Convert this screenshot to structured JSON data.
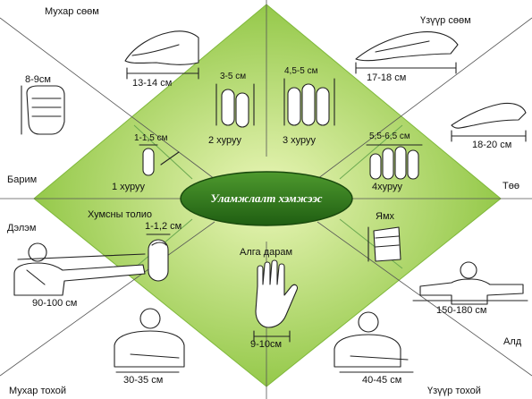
{
  "center": {
    "title": "Уламжлалт хэмжээс"
  },
  "outer": {
    "mukhar_soom": {
      "name": "Мухар сөөм",
      "size": "13-14 см"
    },
    "uzuur_soom": {
      "name": "Үзүүр сөөм",
      "size": "17-18 см"
    },
    "barim": {
      "name": "Барим",
      "size": "8-9см"
    },
    "too": {
      "name": "Төө",
      "size": "18-20 см"
    },
    "delem": {
      "name": "Дэлэм",
      "size": "90-100 см"
    },
    "ald": {
      "name": "Алд",
      "size": "150-180 см"
    },
    "mukhar_tokhoi": {
      "name": "Мухар тохой",
      "size": "30-35 см"
    },
    "uzuur_tokhoi": {
      "name": "Үзүүр тохой",
      "size": "40-45 см"
    }
  },
  "inner": {
    "khuruu1": {
      "name": "1 хуруу",
      "size": "1-1,5 см"
    },
    "khuruu2": {
      "name": "2 хуруу",
      "size": "3-5 см"
    },
    "khuruu3": {
      "name": "3 хуруу",
      "size": "4,5-5 см"
    },
    "khuruu4": {
      "name": "4хуруу",
      "size": "5,5-6,5 см"
    },
    "khumsny_tolio": {
      "name": "Хумсны толио",
      "size": "1-1,2 см"
    },
    "yamkh": {
      "name": "Ямх"
    },
    "alga_daram": {
      "name": "Алга дарам",
      "size": "9-10см"
    }
  },
  "colors": {
    "diamond_light": "#c9e67a",
    "diamond_dark": "#7fb83a",
    "center_fill": "#2e7d1e"
  }
}
